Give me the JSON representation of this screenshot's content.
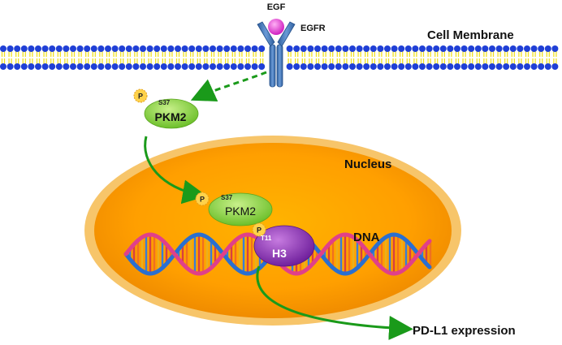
{
  "labels": {
    "egf": "EGF",
    "egfr": "EGFR",
    "cell_membrane": "Cell Membrane",
    "nucleus": "Nucleus",
    "dna": "DNA",
    "pdl1": "PD-L1 expression"
  },
  "pkm2_cytoplasm": {
    "name": "PKM2",
    "site": "S37",
    "phospho": "P"
  },
  "pkm2_nuclear": {
    "name": "PKM2",
    "site": "S37",
    "phospho": "P"
  },
  "h3": {
    "name": "H3",
    "site": "T11",
    "phospho": "P"
  },
  "colors": {
    "membrane_head": "#1f3fd6",
    "membrane_tail": "#f0e020",
    "receptor": "#4a78b8",
    "ligand": "#e040d0",
    "arrow": "#1a9a1a",
    "pkm2": "#8fd24a",
    "h3": "#8a2bb0",
    "nucleus_outer": "#f5a623",
    "nucleus_inner": "#ffa000",
    "phospho": "#ffd24a"
  }
}
